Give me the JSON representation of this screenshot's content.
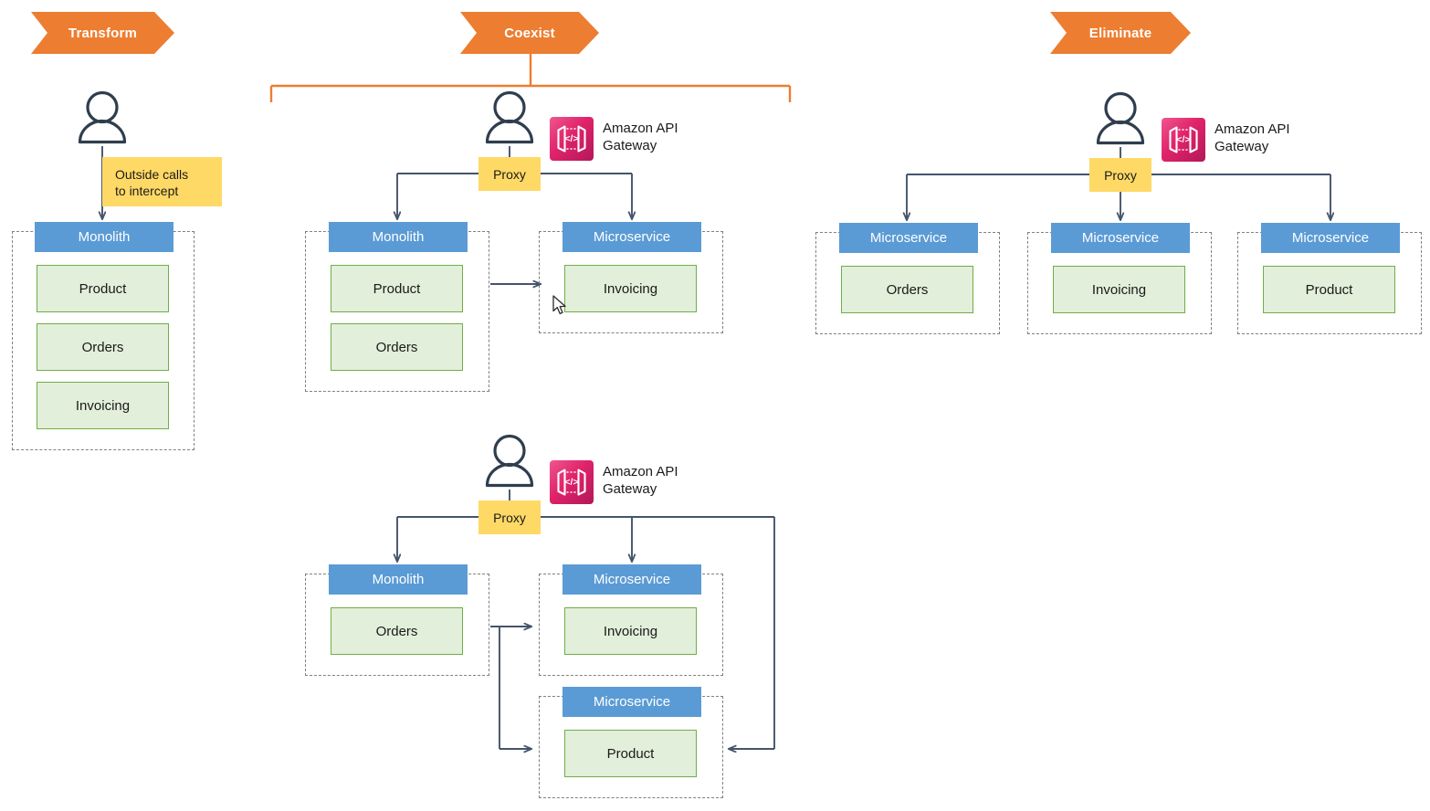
{
  "phases": [
    {
      "id": "transform",
      "label": "Transform"
    },
    {
      "id": "coexist",
      "label": "Coexist"
    },
    {
      "id": "eliminate",
      "label": "Eliminate"
    }
  ],
  "labels": {
    "monolith": "Monolith",
    "microservice": "Microservice",
    "proxy": "Proxy",
    "api_gateway": "Amazon API\nGateway",
    "outside_calls": "Outside calls\nto intercept",
    "product": "Product",
    "orders": "Orders",
    "invoicing": "Invoicing"
  },
  "colors": {
    "banner_orange": "#ED7D31",
    "bracket_orange": "#ED7D31",
    "header_blue": "#5B9BD5",
    "component_green_fill": "#E2EFDA",
    "component_green_border": "#70AD47",
    "yellow": "#FFD966",
    "group_dashed": "#808080",
    "connector": "#44546A",
    "api_gateway_magenta": "#E0236A",
    "person": "#2F3E4E"
  },
  "diagrams": {
    "transform": {
      "monolith": {
        "header": "Monolith",
        "components": [
          "Product",
          "Orders",
          "Invoicing"
        ]
      },
      "annotation": "Outside calls\nto intercept"
    },
    "coexist_top": {
      "proxy": "Proxy",
      "gateway": "Amazon API\nGateway",
      "monolith": {
        "header": "Monolith",
        "components": [
          "Product",
          "Orders"
        ]
      },
      "microservices": [
        {
          "header": "Microservice",
          "components": [
            "Invoicing"
          ]
        }
      ]
    },
    "coexist_bottom": {
      "proxy": "Proxy",
      "gateway": "Amazon API\nGateway",
      "monolith": {
        "header": "Monolith",
        "components": [
          "Orders"
        ]
      },
      "microservices": [
        {
          "header": "Microservice",
          "components": [
            "Invoicing"
          ]
        },
        {
          "header": "Microservice",
          "components": [
            "Product"
          ]
        }
      ]
    },
    "eliminate": {
      "proxy": "Proxy",
      "gateway": "Amazon API\nGateway",
      "microservices": [
        {
          "header": "Microservice",
          "components": [
            "Orders"
          ]
        },
        {
          "header": "Microservice",
          "components": [
            "Invoicing"
          ]
        },
        {
          "header": "Microservice",
          "components": [
            "Product"
          ]
        }
      ]
    }
  }
}
